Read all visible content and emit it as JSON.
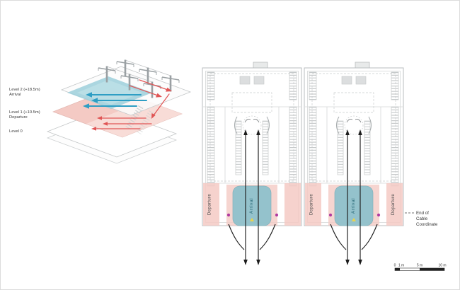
{
  "axon": {
    "level2_line1": "Level 2 (+18.5m)",
    "level2_line2": "Arrival",
    "level1_line1": "Level 1 (+10.5m)",
    "level1_line2": "Departure",
    "level0_line1": "Level 0"
  },
  "plan": {
    "departure_label": "Departure",
    "arrival_label": "Arrival",
    "annotation_line1": "End of",
    "annotation_line2": "Cable",
    "annotation_line3": "Coordinate"
  },
  "scalebar": {
    "zero": "0",
    "one": "1 m",
    "five": "5 m",
    "ten": "10 m"
  },
  "colors": {
    "arrival_teal": "#8fc2cc",
    "departure_pink": "#f4cac4",
    "plan_gray": "#b9bdbf",
    "cable_black": "#1c1c1c",
    "dot_magenta": "#b03aa0",
    "arrow_blue": "#2e9ec4",
    "arrow_red": "#e05555",
    "marker_yellow": "#e8d44d"
  }
}
